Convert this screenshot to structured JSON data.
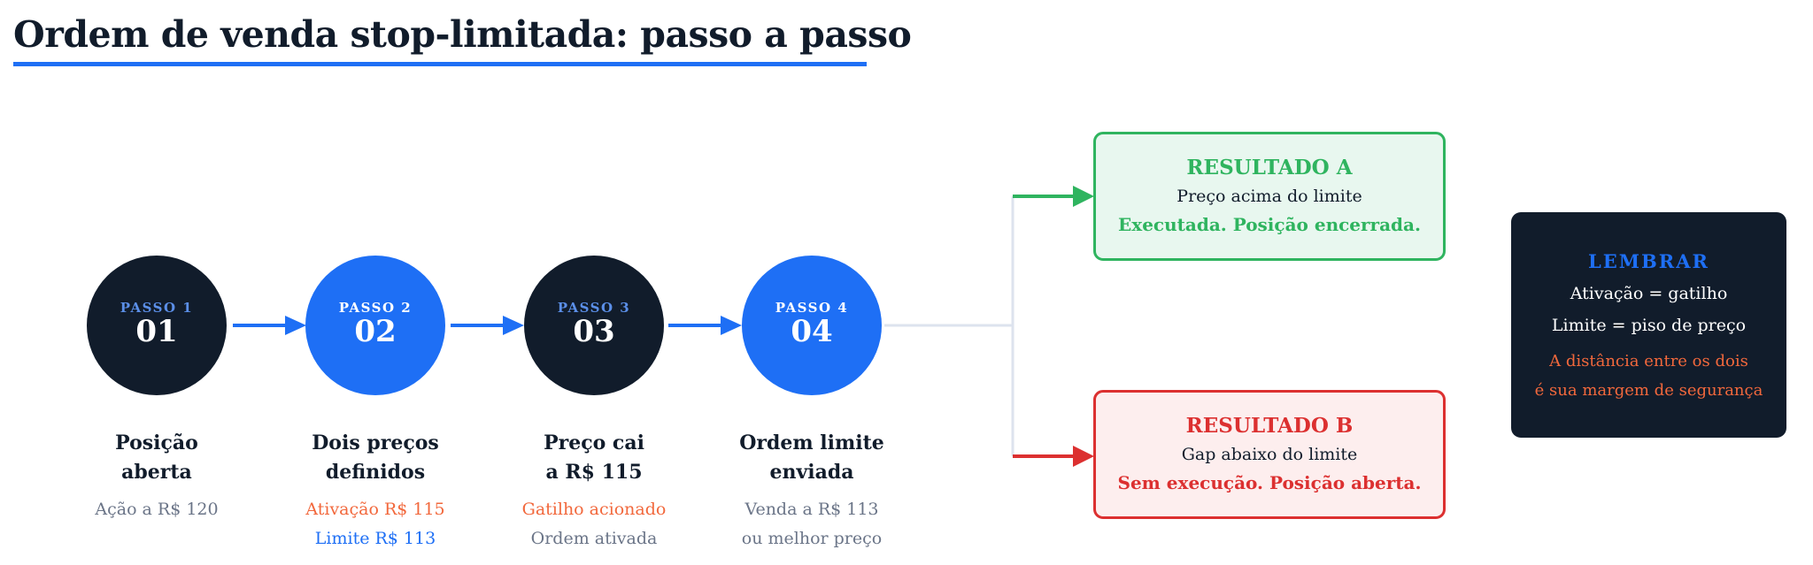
{
  "title": "Ordem de venda stop-limitada: passo a passo",
  "colors": {
    "navy": "#111c2b",
    "blue": "#1e6ff5",
    "green": "#2fb45f",
    "red": "#dc3030",
    "orange": "#f2683c",
    "gray": "#6b7588",
    "connector_gray": "#dde3ee"
  },
  "steps": [
    {
      "kicker": "PASSO 1",
      "number": "01",
      "style": "dark",
      "title_lines": [
        "Posição",
        "aberta"
      ],
      "details": [
        {
          "text": "Ação a R$ 120",
          "tone": "gray"
        }
      ]
    },
    {
      "kicker": "PASSO 2",
      "number": "02",
      "style": "blue",
      "title_lines": [
        "Dois preços",
        "definidos"
      ],
      "details": [
        {
          "text": "Ativação R$ 115",
          "tone": "orange"
        },
        {
          "text": "Limite R$ 113",
          "tone": "blue"
        }
      ]
    },
    {
      "kicker": "PASSO 3",
      "number": "03",
      "style": "dark",
      "title_lines": [
        "Preço cai",
        "a R$ 115"
      ],
      "details": [
        {
          "text": "Gatilho acionado",
          "tone": "orange"
        },
        {
          "text": "Ordem ativada",
          "tone": "gray"
        }
      ]
    },
    {
      "kicker": "PASSO 4",
      "number": "04",
      "style": "blue",
      "title_lines": [
        "Ordem limite",
        "enviada"
      ],
      "details": [
        {
          "text": "Venda a R$ 113",
          "tone": "gray"
        },
        {
          "text": "ou melhor preço",
          "tone": "gray"
        }
      ]
    }
  ],
  "results": [
    {
      "heading": "RESULTADO A",
      "condition": "Preço acima do limite",
      "outcome": "Executada. Posição encerrada.",
      "tone": "green"
    },
    {
      "heading": "RESULTADO B",
      "condition": "Gap abaixo do limite",
      "outcome": "Sem execução. Posição aberta.",
      "tone": "red"
    }
  ],
  "remember": {
    "heading": "LEMBRAR",
    "lines": [
      "Ativação = gatilho",
      "Limite = piso de preço"
    ],
    "note_lines": [
      "A distância entre os dois",
      "é sua margem de segurança"
    ]
  }
}
